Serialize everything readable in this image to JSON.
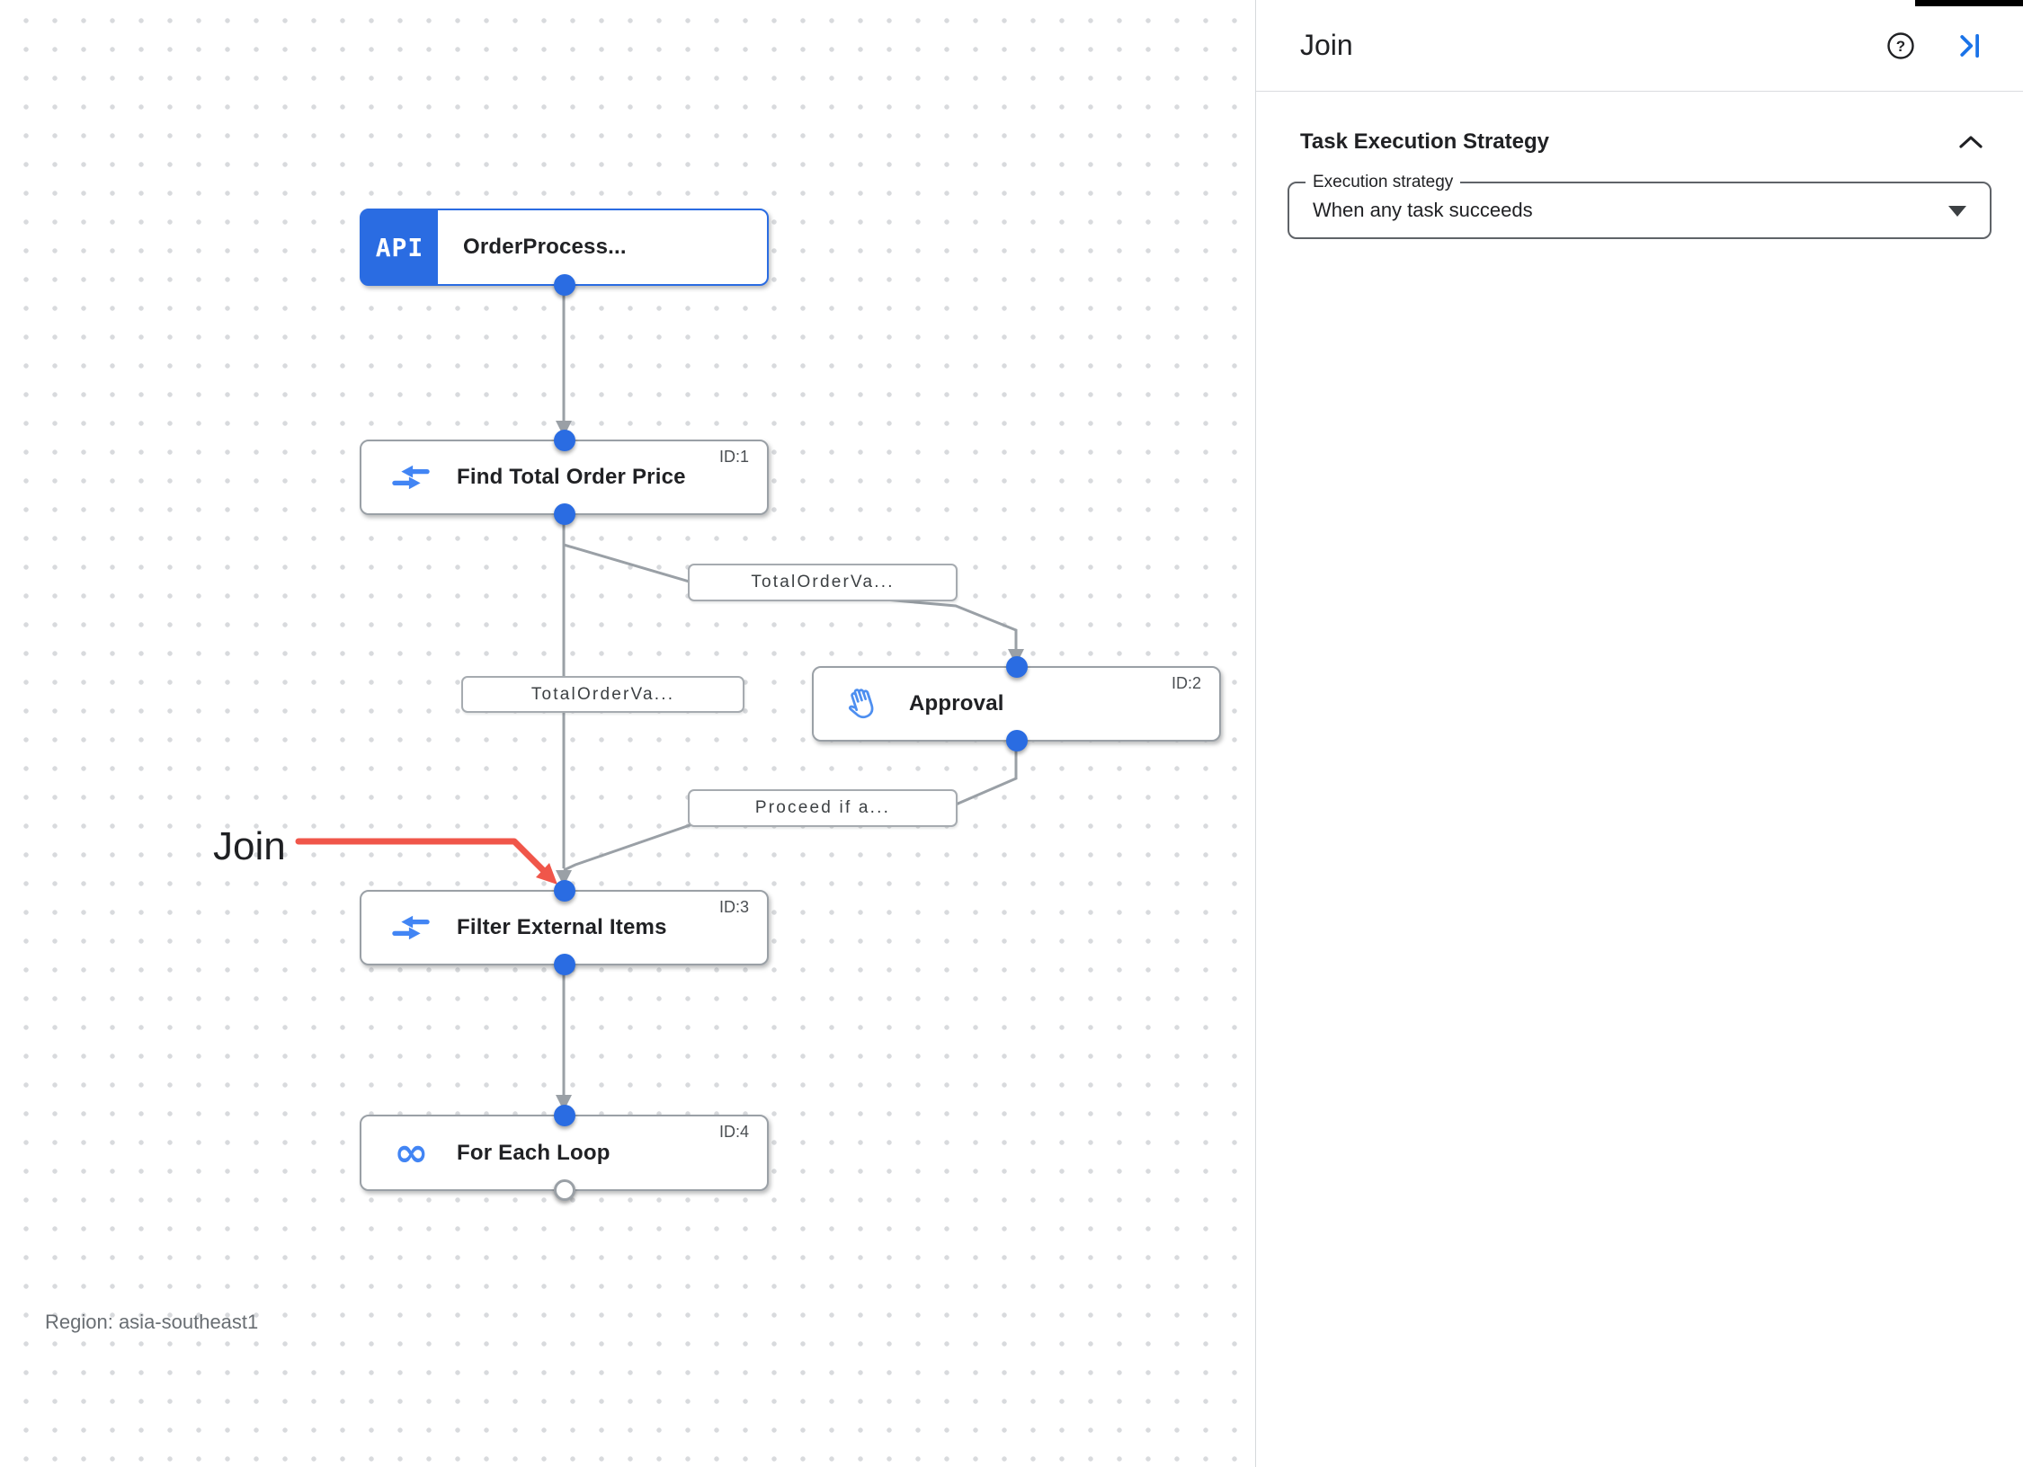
{
  "colors": {
    "node_blue": "#2a6ce2",
    "icon_blue": "#4285f4",
    "edge_gray": "#9aa0a6",
    "annotation_red": "#f0564a",
    "panel_action_blue": "#1a73e8"
  },
  "canvas": {
    "region_label": "Region: asia-southeast1",
    "annotation": {
      "text": "Join"
    },
    "nodes": [
      {
        "title": "OrderProcess...",
        "badge": "API",
        "id_label": ""
      },
      {
        "title": "Find Total Order Price",
        "id_label": "ID:1"
      },
      {
        "title": "Approval",
        "id_label": "ID:2"
      },
      {
        "title": "Filter External Items",
        "id_label": "ID:3"
      },
      {
        "title": "For Each Loop",
        "id_label": "ID:4",
        "icon_glyph": "∞"
      }
    ],
    "edge_labels": [
      "TotalOrderVa...",
      "TotalOrderVa...",
      "Proceed if a..."
    ]
  },
  "panel": {
    "title": "Join",
    "section_title": "Task Execution Strategy",
    "field": {
      "label": "Execution strategy",
      "value": "When any task succeeds"
    }
  },
  "icons": {
    "help_glyph": "?"
  }
}
